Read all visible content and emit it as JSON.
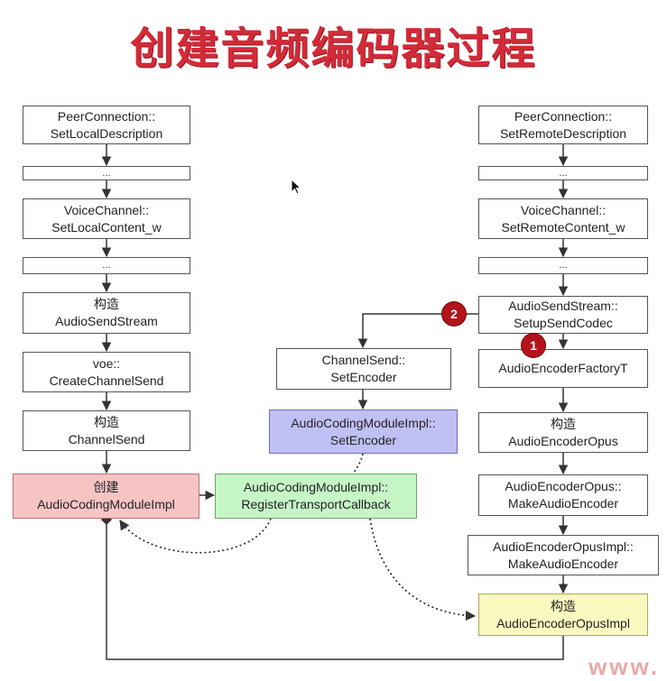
{
  "title": "创建音频编码器过程",
  "nodes": {
    "pc_local": {
      "line1": "PeerConnection::",
      "line2": "SetLocalDescription"
    },
    "ellipsis_l1": {
      "line1": "..."
    },
    "vc_local": {
      "line1": "VoiceChannel::",
      "line2": "SetLocalContent_w"
    },
    "ellipsis_l2": {
      "line1": "..."
    },
    "build_ass": {
      "line1": "构造",
      "line2": "AudioSendStream"
    },
    "voe_ccs": {
      "line1": "voe::",
      "line2": "CreateChannelSend"
    },
    "build_cs": {
      "line1": "构造",
      "line2": "ChannelSend"
    },
    "create_acm": {
      "line1": "创建",
      "line2": "AudioCodingModuleImpl"
    },
    "acm_rtc": {
      "line1": "AudioCodingModuleImpl::",
      "line2": "RegisterTransportCallback"
    },
    "cs_setenc": {
      "line1": "ChannelSend::",
      "line2": "SetEncoder"
    },
    "acm_setenc": {
      "line1": "AudioCodingModuleImpl::",
      "line2": "SetEncoder"
    },
    "pc_remote": {
      "line1": "PeerConnection::",
      "line2": "SetRemoteDescription"
    },
    "ellipsis_r1": {
      "line1": "..."
    },
    "vc_remote": {
      "line1": "VoiceChannel::",
      "line2": "SetRemoteContent_w"
    },
    "ellipsis_r2": {
      "line1": "..."
    },
    "ass_ssc": {
      "line1": "AudioSendStream::",
      "line2": "SetupSendCodec"
    },
    "aef": {
      "line1": "AudioEncoderFactoryT"
    },
    "build_aeo": {
      "line1": "构造",
      "line2": "AudioEncoderOpus"
    },
    "aeo_mae": {
      "line1": "AudioEncoderOpus::",
      "line2": "MakeAudioEncoder"
    },
    "aeoi_mae": {
      "line1": "AudioEncoderOpusImpl::",
      "line2": "MakeAudioEncoder"
    },
    "build_aeoi": {
      "line1": "构造",
      "line2": "AudioEncoderOpusImpl"
    }
  },
  "badges": {
    "one": "1",
    "two": "2"
  },
  "watermark": "www.",
  "colors": {
    "title": "#d22b38",
    "create": "#f7c4c4",
    "register": "#c6f5c6",
    "setencoder": "#c0c0f5",
    "opusimpl": "#fafac0",
    "badge": "#b3141c"
  }
}
